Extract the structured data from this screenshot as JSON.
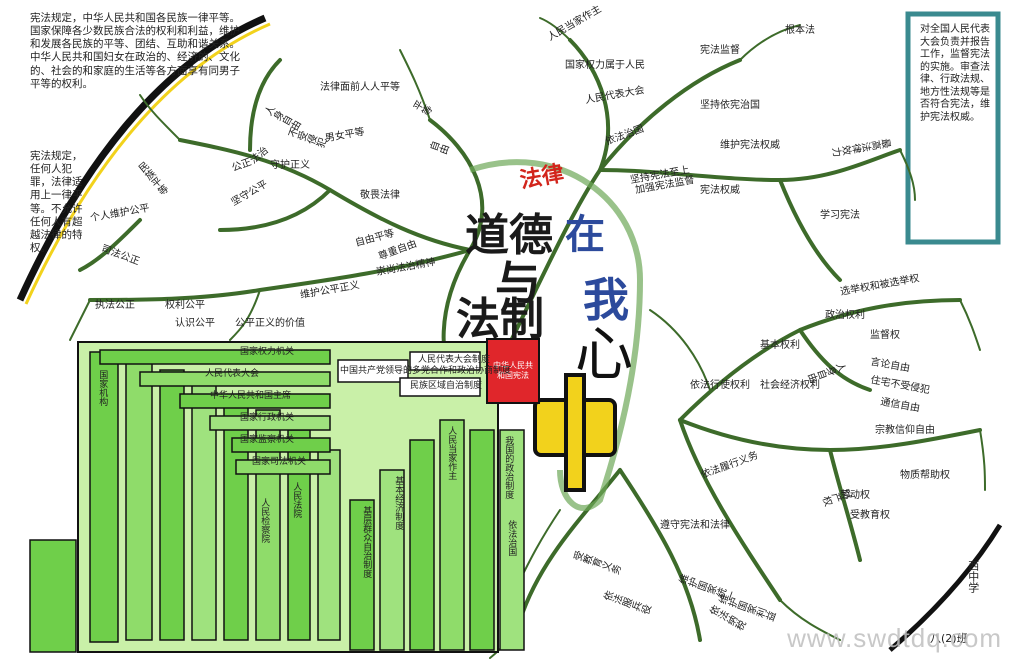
{
  "title": {
    "law": "法律",
    "morality": "道德",
    "at": "在",
    "and": "与",
    "legal_system": "法制",
    "me": "我",
    "heart": "心",
    "center": "中"
  },
  "stamp": {
    "text": "中华人民共和国宪法"
  },
  "top_left_paragraph": "宪法规定，中华人民共和国各民族一律平等。国家保障各少数民族合法的权利和利益，维护和发展各民族的平等、团结、互助和谐关系。中华人民共和国妇女在政治的、经济的、文化的、社会的和家庭的生活等各方面享有同男子平等的权利。",
  "left_mid_paragraph": "宪法规定，任何人犯罪，法律适用上一律平等。不允许任何人有超越法律的特权。",
  "right_paragraph": "对全国人民代表大会负责并报告工作，监督宪法的实施。审查法律、行政法规、地方性法规等是否符合宪法，维护宪法权威。",
  "branches_left": [
    "平等",
    "自由",
    "公正",
    "法治",
    "守护正义",
    "坚守公平",
    "个人维护公平",
    "民族平等",
    "司法公正",
    "执法公正",
    "权利公平",
    "认识公平",
    "公平正义的价值",
    "维护公平正义",
    "敬畏法律",
    "尊重自由",
    "崇尚法治精神",
    "自由平等",
    "男女平等",
    "法律面前人人平等",
    "不受侵犯",
    "人身自由"
  ],
  "branches_top": [
    "人民当家作主",
    "国家权力属于人民",
    "人民代表大会",
    "依法治国",
    "坚持宪法至上",
    "宪法权威",
    "维护宪法权威",
    "坚持依宪治国",
    "宪法监督",
    "最高法律效力",
    "加强宪法监督",
    "根本法",
    "学习宪法"
  ],
  "branches_right": [
    "基本权利",
    "选举权和被选举权",
    "监督权",
    "政治权利",
    "言论自由",
    "人身自由",
    "住宅不受侵犯",
    "通信自由",
    "宗教信仰自由",
    "社会经济权利",
    "劳动权",
    "受教育权",
    "物质帮助权",
    "财产权",
    "依法行使权利",
    "依法履行义务",
    "遵守宪法和法律",
    "维护国家统一",
    "维护国家利益",
    "依法纳税",
    "依法服兵役",
    "受教育义务"
  ],
  "maze_labels": [
    "国家权力机关",
    "人民代表大会",
    "中华人民共和国主席",
    "国家行政机关",
    "国家监察机关",
    "国家司法机关",
    "人民法院",
    "人民检察院",
    "国家机构",
    "人民代表大会制度",
    "中国共产党领导的多党合作和政治协商制度",
    "民族区域自治制度",
    "基层群众自治制度",
    "基本经济制度",
    "人民当家作主",
    "我国的政治制度",
    "依法治国"
  ],
  "signature": {
    "school": "西中学",
    "class": "八(2)班"
  },
  "watermark": "www.swdtdq.com",
  "colors": {
    "ink": "#222222",
    "branch": "#3d6b2a",
    "maze_green": "#6fcf4a",
    "maze_light": "#c9f0a8",
    "stamp_red": "#e0262b",
    "yellow": "#f2d21c",
    "blue_title": "#2c4a9c",
    "teal_border": "#3a8a8f"
  }
}
